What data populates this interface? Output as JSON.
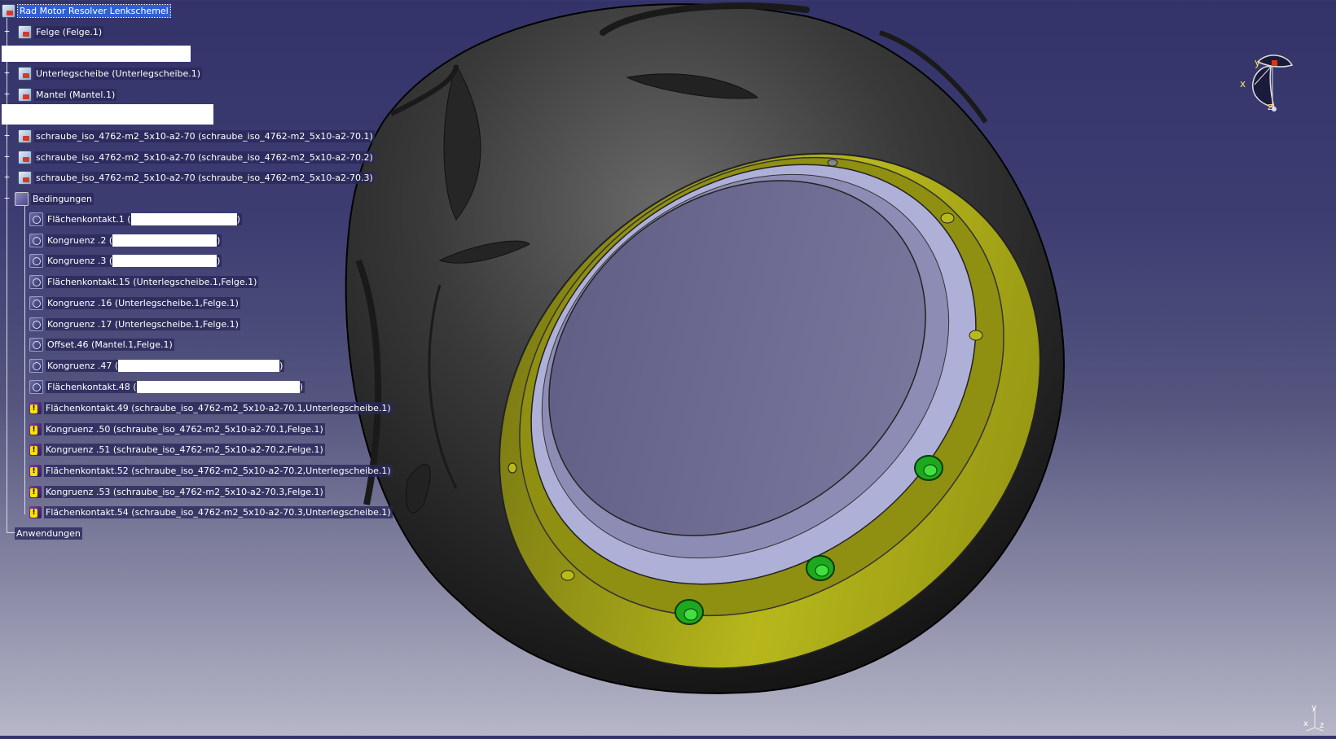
{
  "tree": {
    "root_label": "Rad Motor Resolver Lenkschemel",
    "parts": [
      {
        "label": "Felge (Felge.1)"
      },
      {
        "label": ""
      },
      {
        "label": "Unterlegscheibe (Unterlegscheibe.1)"
      },
      {
        "label": "Mantel (Mantel.1)"
      },
      {
        "label": ""
      },
      {
        "label": "schraube_iso_4762-m2_5x10-a2-70 (schraube_iso_4762-m2_5x10-a2-70.1)"
      },
      {
        "label": "schraube_iso_4762-m2_5x10-a2-70 (schraube_iso_4762-m2_5x10-a2-70.2)"
      },
      {
        "label": "schraube_iso_4762-m2_5x10-a2-70 (schraube_iso_4762-m2_5x10-a2-70.3)"
      }
    ],
    "constraints_label": "Bedingungen",
    "constraints": [
      {
        "label": "Flächenkontakt.1 (",
        "suffix": ")",
        "icon": "cons"
      },
      {
        "label": "Kongruenz .2 (",
        "suffix": ")",
        "icon": "cons"
      },
      {
        "label": "Kongruenz .3 (",
        "suffix": ")",
        "icon": "cons"
      },
      {
        "label": "Flächenkontakt.15 (Unterlegscheibe.1,Felge.1)",
        "suffix": "",
        "icon": "cons"
      },
      {
        "label": "Kongruenz .16 (Unterlegscheibe.1,Felge.1)",
        "suffix": "",
        "icon": "cons"
      },
      {
        "label": "Kongruenz .17 (Unterlegscheibe.1,Felge.1)",
        "suffix": "",
        "icon": "cons"
      },
      {
        "label": "Offset.46 (Mantel.1,Felge.1)",
        "suffix": "",
        "icon": "cons"
      },
      {
        "label": "Kongruenz .47 (",
        "suffix": ")",
        "icon": "cons"
      },
      {
        "label": "Flächenkontakt.48 (",
        "suffix": ")",
        "icon": "cons"
      },
      {
        "label": "Flächenkontakt.49 (schraube_iso_4762-m2_5x10-a2-70.1,Unterlegscheibe.1)",
        "suffix": "",
        "icon": "warn"
      },
      {
        "label": "Kongruenz .50 (schraube_iso_4762-m2_5x10-a2-70.1,Felge.1)",
        "suffix": "",
        "icon": "warn"
      },
      {
        "label": "Kongruenz .51 (schraube_iso_4762-m2_5x10-a2-70.2,Felge.1)",
        "suffix": "",
        "icon": "warn"
      },
      {
        "label": "Flächenkontakt.52 (schraube_iso_4762-m2_5x10-a2-70.2,Unterlegscheibe.1)",
        "suffix": "",
        "icon": "warn"
      },
      {
        "label": "Kongruenz .53 (schraube_iso_4762-m2_5x10-a2-70.3,Felge.1)",
        "suffix": "",
        "icon": "warn"
      },
      {
        "label": "Flächenkontakt.54 (schraube_iso_4762-m2_5x10-a2-70.3,Unterlegscheibe.1)",
        "suffix": "",
        "icon": "warn"
      }
    ],
    "applications_label": "Anwendungen"
  },
  "compass": {
    "x": "x",
    "y": "y",
    "z": "z"
  },
  "compass_bottom": {
    "x": "x",
    "y": "y",
    "z": "z"
  },
  "colors": {
    "tire": "#2b2b2b",
    "rim": "#a8a818",
    "screws": "#22cc22",
    "background_top": "#33336a",
    "background_bottom": "#b7b7c8",
    "selection": "#2f5fd1"
  }
}
